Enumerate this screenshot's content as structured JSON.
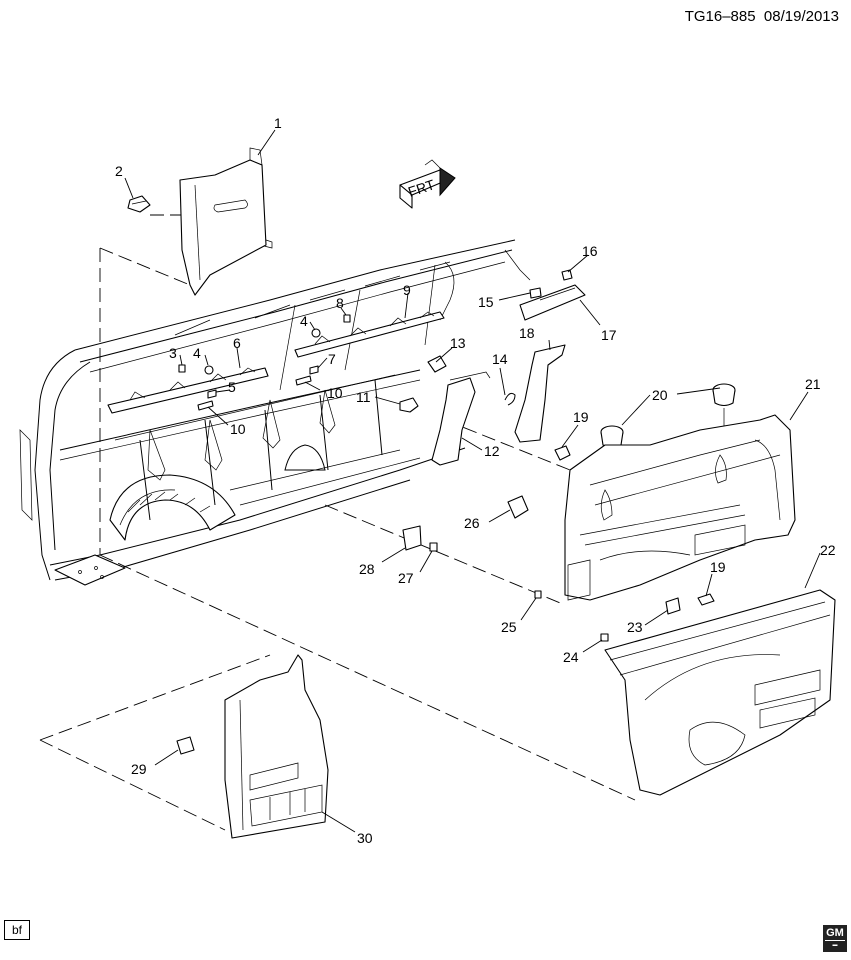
{
  "header": {
    "illustration_id": "TG16–885",
    "date": "08/19/2013"
  },
  "front_arrow": {
    "label": "FRT",
    "icon": "front-direction-arrow-icon"
  },
  "callouts": [
    "1",
    "2",
    "3",
    "4",
    "4",
    "5",
    "6",
    "7",
    "8",
    "9",
    "10",
    "10",
    "11",
    "12",
    "13",
    "14",
    "15",
    "16",
    "17",
    "18",
    "19",
    "19",
    "20",
    "21",
    "22",
    "23",
    "24",
    "25",
    "26",
    "27",
    "28",
    "29",
    "30"
  ],
  "footer": {
    "tag": "bf",
    "logo": "GM"
  },
  "colors": {
    "line": "#000000",
    "background": "#ffffff"
  }
}
